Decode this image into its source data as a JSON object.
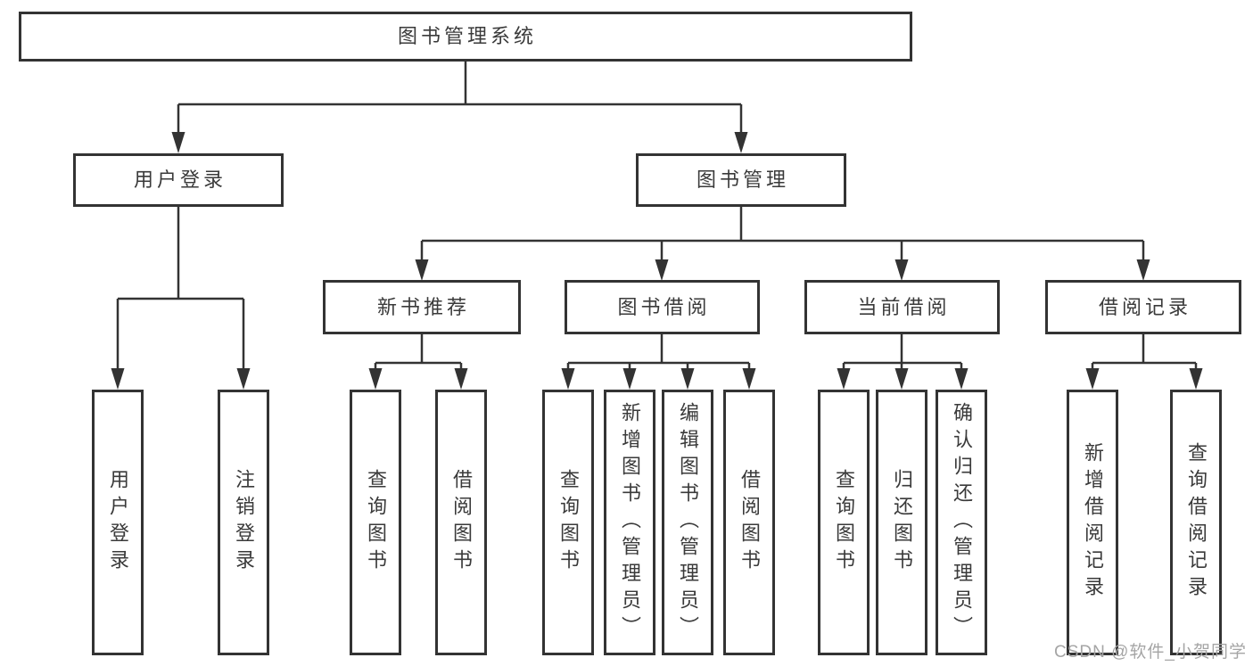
{
  "nodes": {
    "root": "图书管理系统",
    "level2": [
      "用户登录",
      "图书管理"
    ],
    "level3": [
      "新书推荐",
      "图书借阅",
      "当前借阅",
      "借阅记录"
    ],
    "leaves": [
      "用户登录",
      "注销登录",
      "查询图书",
      "借阅图书",
      "查询图书",
      "新增图书（管理员）",
      "编辑图书（管理员）",
      "借阅图书",
      "查询图书",
      "归还图书",
      "确认归还（管理员）",
      "新增借阅记录",
      "查询借阅记录"
    ]
  },
  "watermark": "CSDN @软件_小贺同学",
  "colors": {
    "line": "#333333",
    "box_border": "#333333",
    "text": "#3a3a3a",
    "watermark": "#a5a5a5",
    "background": "#ffffff"
  }
}
